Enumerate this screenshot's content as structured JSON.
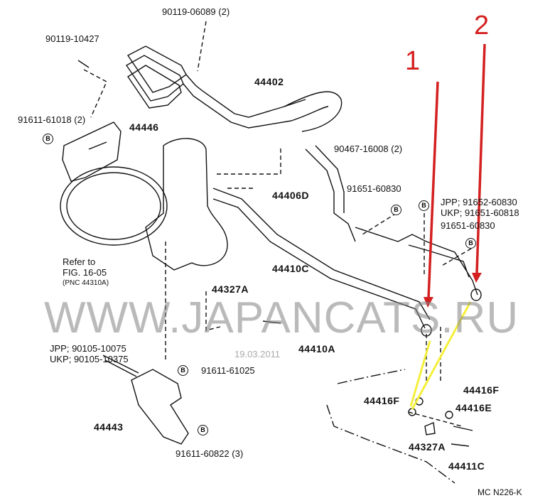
{
  "labels": {
    "p90119_06089": "90119-06089 (2)",
    "p90119_10427": "90119-10427",
    "p91611_61018": "91611-61018 (2)",
    "p44446": "44446",
    "p44402": "44402",
    "p90467_16008": "90467-16008 (2)",
    "p44406D": "44406D",
    "p91651_60830_a": "91651-60830",
    "jpp_91652": "JPP; 91652-60830",
    "ukp_91651": "UKP; 91651-60818",
    "p91651_60830_b": "91651-60830",
    "p44410C": "44410C",
    "refer_1": "Refer to",
    "refer_2": "FIG. 16-05",
    "refer_3": "(PNC 44310A)",
    "p44327A_top": "44327A",
    "jpp_90105": "JPP; 90105-10075",
    "ukp_90105": "UKP; 90105-10375",
    "p44410A": "44410A",
    "p91611_61025": "91611-61025",
    "p44443": "44443",
    "p91611_60822": "91611-60822 (3)",
    "p44416F_left": "44416F",
    "p44416F_right": "44416F",
    "p44416E": "44416E",
    "p44327A_bottom": "44327A",
    "p44411C": "44411C",
    "figure_code": "MC N226-K"
  },
  "bolt_marker": "B",
  "annotations": {
    "arrow_1": "1",
    "arrow_2": "2",
    "arrow_color": "#d42020",
    "highlight_color": "#f5ef3a"
  },
  "watermark": "WWW.JAPANCATS.RU",
  "date": "19.03.2011"
}
